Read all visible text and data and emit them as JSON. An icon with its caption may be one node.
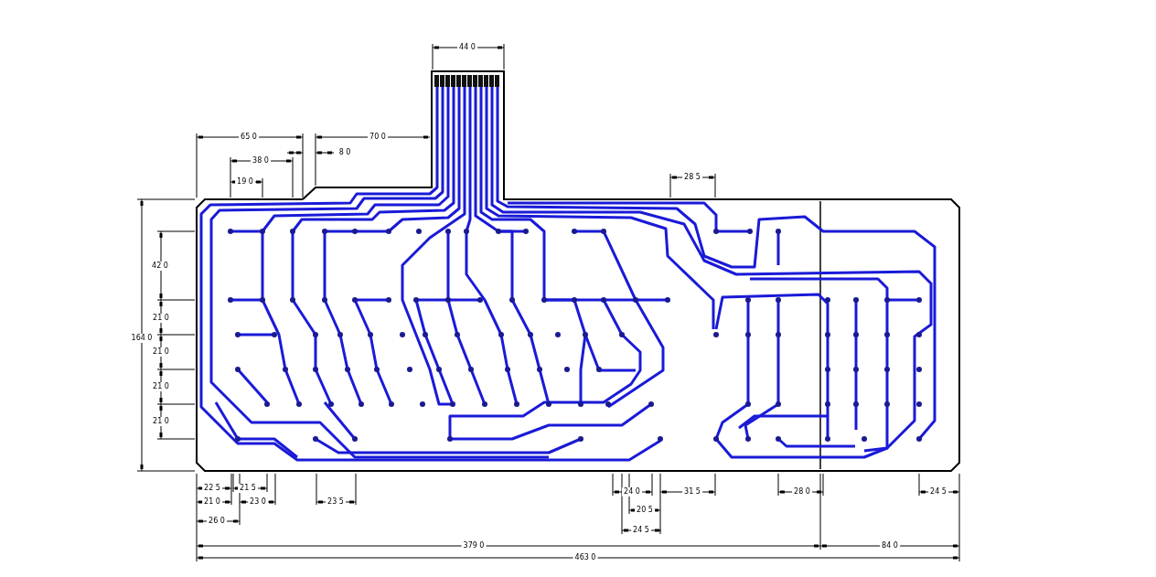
{
  "diagram": {
    "labels": [
      "44 0",
      "65 0",
      "70 0",
      "8 0",
      "38 0",
      "28 5",
      "19 0",
      "42 0",
      "21 0",
      "164 0",
      "21 0",
      "21 0",
      "21 0",
      "22 5",
      "21 5",
      "24 0",
      "31 5",
      "28 0",
      "24 5",
      "21 0",
      "23 0",
      "23 5",
      "20 5",
      "26 0",
      "24 5",
      "379 0",
      "84 0",
      "463 0"
    ]
  }
}
